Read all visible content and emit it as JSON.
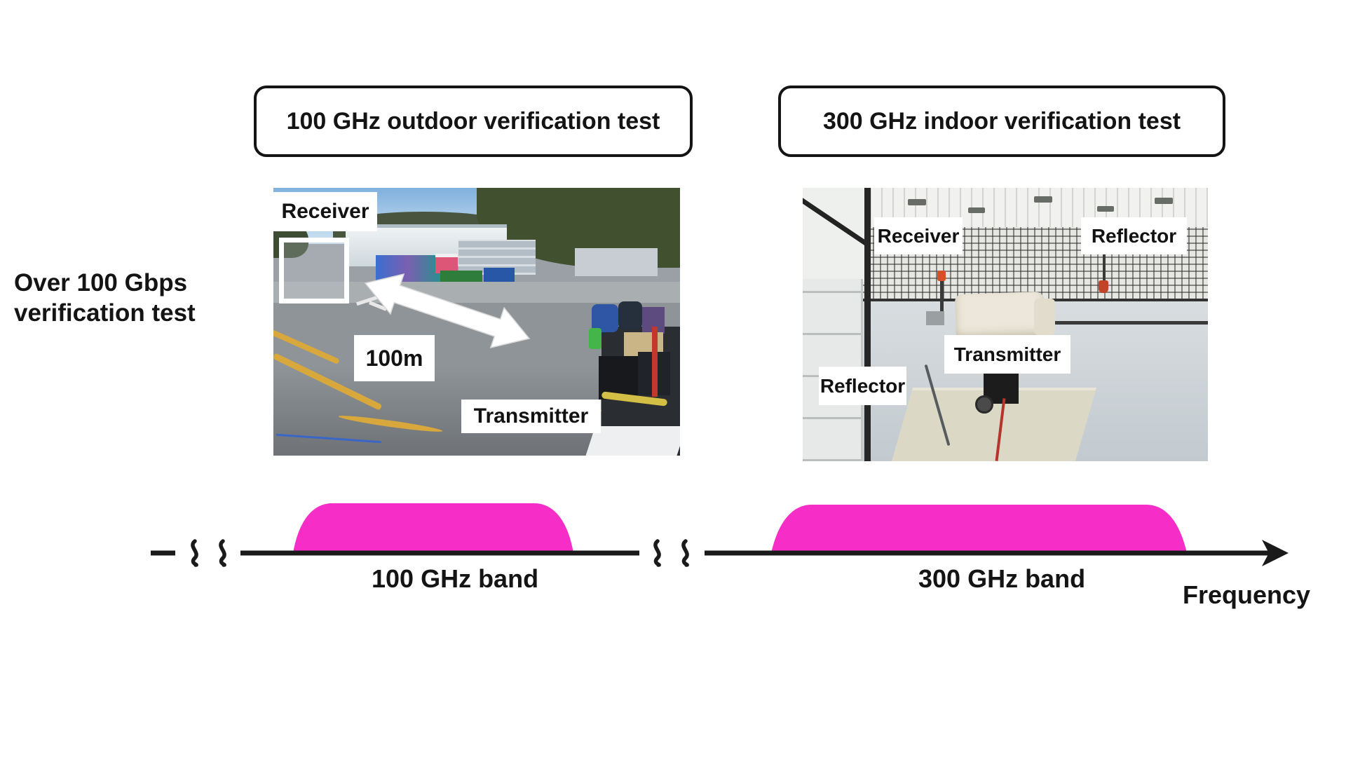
{
  "titles": {
    "left": "100 GHz outdoor verification test",
    "right": "300 GHz indoor verification test"
  },
  "side_label": {
    "line1": "Over 100 Gbps",
    "line2": "verification test"
  },
  "left_photo": {
    "receiver": "Receiver",
    "distance": "100m",
    "transmitter": "Transmitter"
  },
  "right_photo": {
    "receiver": "Receiver",
    "reflector_top": "Reflector",
    "transmitter": "Transmitter",
    "reflector_bottom": "Reflector"
  },
  "axis": {
    "band_left_label": "100 GHz band",
    "band_right_label": "300 GHz band",
    "axis_label": "Frequency"
  },
  "colors": {
    "band": "#f62dc6",
    "ink": "#1a1a1a"
  }
}
